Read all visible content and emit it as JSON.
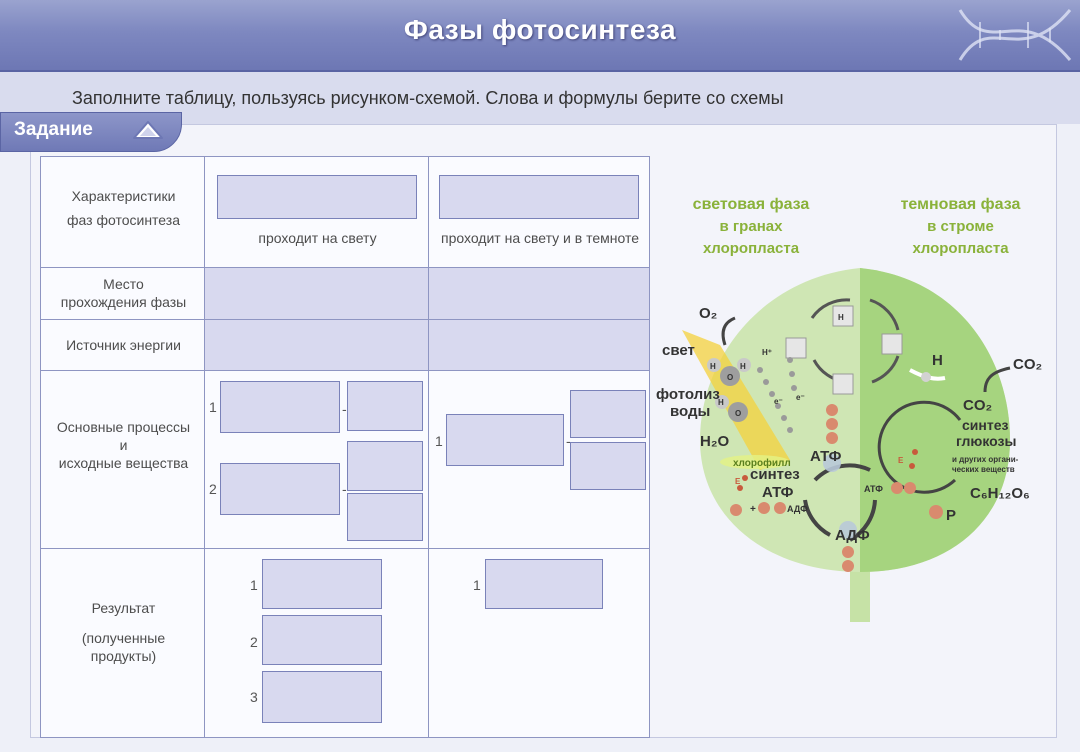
{
  "header": {
    "title": "Фазы фотосинтеза"
  },
  "instruction": "Заполните таблицу, пользуясь рисунком-схемой. Слова и формулы берите со схемы",
  "tab": {
    "label": "Задание"
  },
  "table": {
    "row_labels": {
      "characteristics": [
        "Характеристики",
        "фаз фотосинтеза"
      ],
      "place": [
        "Место",
        "прохождения фазы"
      ],
      "energy": "Источник энергии",
      "processes": [
        "Основные процессы",
        "и",
        "исходные вещества"
      ],
      "result": [
        "Результат",
        "(полученные",
        "продукты)"
      ]
    },
    "col_hints": [
      "проходит на свету",
      "проходит на свету и в темноте"
    ],
    "nums": [
      "1",
      "2",
      "3"
    ],
    "dash": "-"
  },
  "diagram": {
    "light_phase": {
      "title": "световая фаза",
      "sub1": "в гранах",
      "sub2": "хлоропласта"
    },
    "dark_phase": {
      "title": "темновая фаза",
      "sub1": "в строме",
      "sub2": "хлоропласта"
    },
    "labels": {
      "o2": "O₂",
      "light": "свет",
      "photolysis1": "фотолиз",
      "photolysis2": "воды",
      "h2o": "H₂O",
      "chlorophyll": "хлорофилл",
      "synth_atf1": "синтез",
      "synth_atf2": "АТФ",
      "atf": "АТФ",
      "adf": "АДФ",
      "adf_small": "АДФ",
      "atf_small": "АТФ",
      "h": "H",
      "h_plus": "H⁺",
      "o": "O",
      "e_minus": "e⁻",
      "e": "E",
      "p": "P",
      "plus": "+",
      "co2": "CO₂",
      "co2_in": "CO₂",
      "glucose1": "синтез",
      "glucose2": "глюкозы",
      "other1": "и других органи-",
      "other2": "ческих веществ",
      "glucose_formula": "C₆H₁₂O₆",
      "h_box": "H"
    },
    "colors": {
      "leaf_light": "#cfe6b4",
      "leaf_dark": "#a6d47f",
      "phase_text": "#8ab23a",
      "accent_yellow": "#f4d23c"
    }
  }
}
